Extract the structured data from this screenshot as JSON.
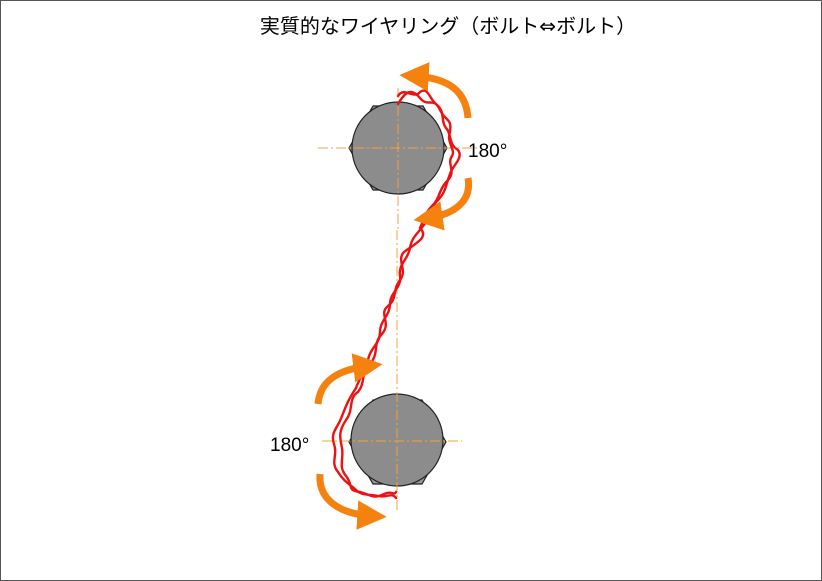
{
  "title": "実質的なワイヤリング（ボルト⇔ボルト）",
  "labels": {
    "top_angle": "180°",
    "bottom_angle": "180°"
  },
  "colors": {
    "wire": "#ee1111",
    "arrow": "#f5820f",
    "centerline": "#f5a040",
    "bolt_fill": "#8c8c8c",
    "hex_fill": "#9a9a9a",
    "outline": "#222222"
  },
  "elements": {
    "top_bolt": "bolt-top",
    "bottom_bolt": "bolt-bottom",
    "safety_wire": "safety-wire-twisted",
    "top_rotation_arrows": "clockwise-tightening-arrows",
    "bottom_rotation_arrows": "clockwise-tightening-arrows"
  }
}
